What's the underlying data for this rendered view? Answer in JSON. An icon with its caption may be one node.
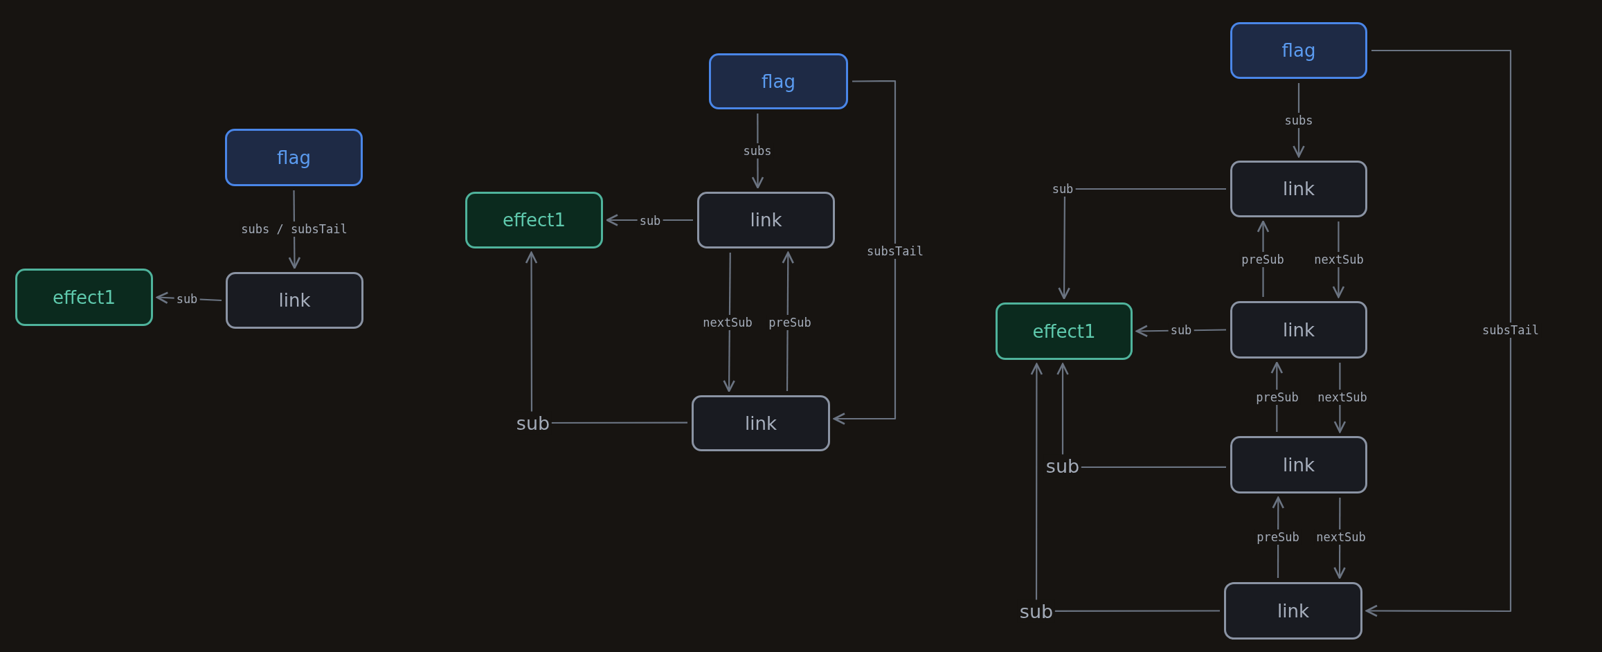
{
  "diagram": {
    "nodes": [
      {
        "text": [
          "flag"
        ]
      },
      {
        "text": [
          "effect1"
        ]
      },
      {
        "text": [
          "link"
        ]
      },
      {
        "text": [
          "flag"
        ]
      },
      {
        "text": [
          "effect1"
        ]
      },
      {
        "text": [
          "link"
        ]
      },
      {
        "text": [
          "link"
        ]
      },
      {
        "text": [
          "flag"
        ]
      },
      {
        "text": [
          "link"
        ]
      },
      {
        "text": [
          "effect1"
        ]
      },
      {
        "text": [
          "link"
        ]
      },
      {
        "text": [
          "link"
        ]
      },
      {
        "text": [
          "link"
        ]
      }
    ],
    "edges": [
      {
        "from": 0,
        "to": 2,
        "arrow": "to",
        "label": "subs / subsTail"
      },
      {
        "from": 2,
        "to": 1,
        "arrow": "to",
        "label": "sub"
      },
      {
        "from": 3,
        "to": 5,
        "arrow": "to",
        "label": "subs"
      },
      {
        "from": 5,
        "to": 4,
        "arrow": "to",
        "label": "sub"
      },
      {
        "from": 5,
        "to": 6,
        "arrow": "to",
        "label": "nextSub"
      },
      {
        "from": 6,
        "to": 5,
        "arrow": "to",
        "label": "preSub"
      },
      {
        "from": 3,
        "to": 6,
        "arrow": "to",
        "label": "subsTail"
      },
      {
        "from": 6,
        "to": 4,
        "arrow": "to",
        "label": "sub"
      },
      {
        "from": 7,
        "to": 8,
        "arrow": "to",
        "label": "subs"
      },
      {
        "from": 8,
        "to": 9,
        "arrow": "to",
        "label": "sub"
      },
      {
        "from": 8,
        "to": 10,
        "arrow": "to",
        "label": "nextSub"
      },
      {
        "from": 10,
        "to": 8,
        "arrow": "to",
        "label": "preSub"
      },
      {
        "from": 10,
        "to": 9,
        "arrow": "to",
        "label": "sub"
      },
      {
        "from": 10,
        "to": 11,
        "arrow": "to",
        "label": "nextSub"
      },
      {
        "from": 11,
        "to": 10,
        "arrow": "to",
        "label": "preSub"
      },
      {
        "from": 11,
        "to": 9,
        "arrow": "to",
        "label": "sub"
      },
      {
        "from": 11,
        "to": 12,
        "arrow": "to",
        "label": "nextSub"
      },
      {
        "from": 12,
        "to": 11,
        "arrow": "to",
        "label": "preSub"
      },
      {
        "from": 12,
        "to": 9,
        "arrow": "to",
        "label": "sub"
      },
      {
        "from": 7,
        "to": 12,
        "arrow": "to",
        "label": "subsTail"
      }
    ]
  }
}
